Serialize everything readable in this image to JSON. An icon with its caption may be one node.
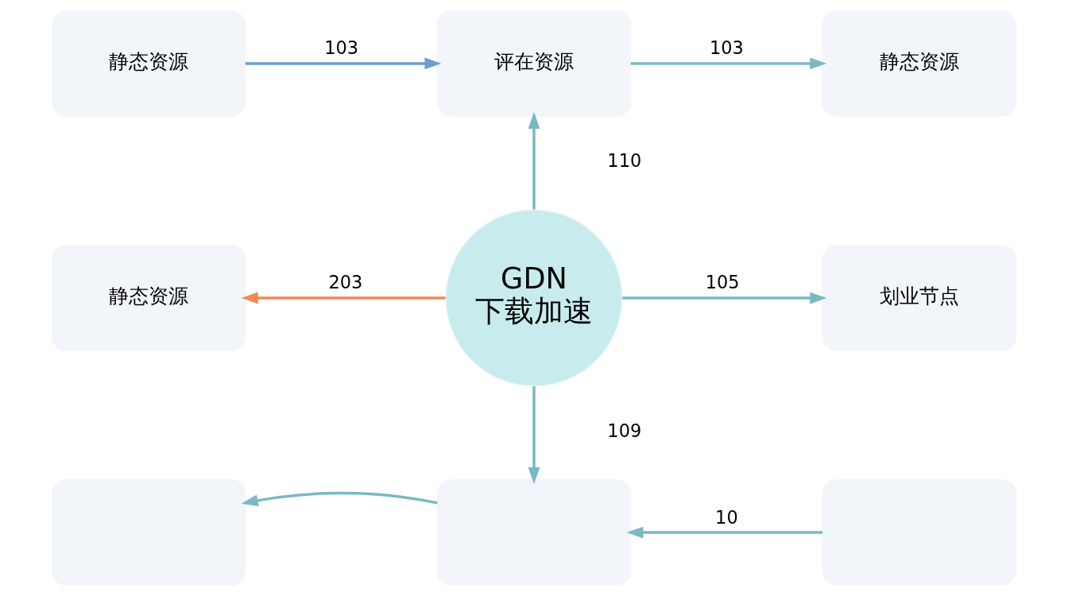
{
  "diagram": {
    "nodes": [
      {
        "text": [
          "静态资源"
        ]
      },
      {
        "text": [
          "评在资源"
        ]
      },
      {
        "text": [
          "静态资源"
        ]
      },
      {
        "text": [
          "静态资源"
        ]
      },
      {
        "text": [
          "GDN",
          "下载加速"
        ]
      },
      {
        "text": [
          "划业节点"
        ]
      },
      {
        "text": [],
        "shape": "box"
      },
      {
        "text": [],
        "shape": "box"
      },
      {
        "text": [],
        "shape": "box"
      }
    ],
    "edges": [
      {
        "from": 0,
        "to": 1,
        "arrow": "to",
        "label": "103",
        "color": "#6a9fd0"
      },
      {
        "from": 1,
        "to": 2,
        "arrow": "to",
        "label": "103"
      },
      {
        "from": 4,
        "to": 1,
        "arrow": "to",
        "label": "110"
      },
      {
        "from": 4,
        "to": 3,
        "arrow": "to",
        "label": "203",
        "color": "#f08a50"
      },
      {
        "from": 4,
        "to": 5,
        "arrow": "to",
        "label": "105"
      },
      {
        "from": 4,
        "to": 7,
        "arrow": "to",
        "label": "109"
      },
      {
        "from": 7,
        "to": 6,
        "arrow": "to"
      },
      {
        "from": 8,
        "to": 7,
        "arrow": "to",
        "label": "10"
      }
    ]
  }
}
